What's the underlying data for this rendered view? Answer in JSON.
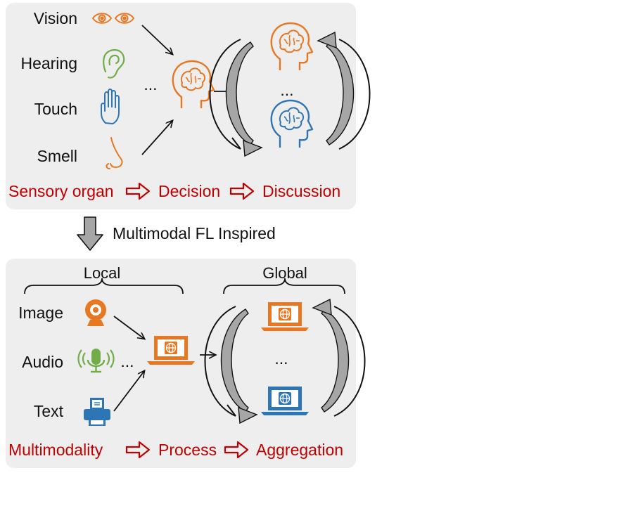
{
  "top": {
    "senses": [
      "Vision",
      "Hearing",
      "Touch",
      "Smell"
    ],
    "ellipsis_left": "...",
    "ellipsis_right": "...",
    "flow": [
      "Sensory organ",
      "Decision",
      "Discussion"
    ]
  },
  "transition_label": "Multimodal FL Inspired",
  "bottom": {
    "local_label": "Local",
    "global_label": "Global",
    "modalities": [
      "Image",
      "Audio",
      "Text"
    ],
    "ellipsis_left": "...",
    "ellipsis_right": "...",
    "flow": [
      "Multimodality",
      "Process",
      "Aggregation"
    ]
  },
  "colors": {
    "panel_bg": "#eeeeee",
    "orange": "#e87722",
    "blue": "#2e75b6",
    "green": "#70ad47",
    "flow_red": "#c00000",
    "arrow_gray": "#a6a6a6"
  }
}
